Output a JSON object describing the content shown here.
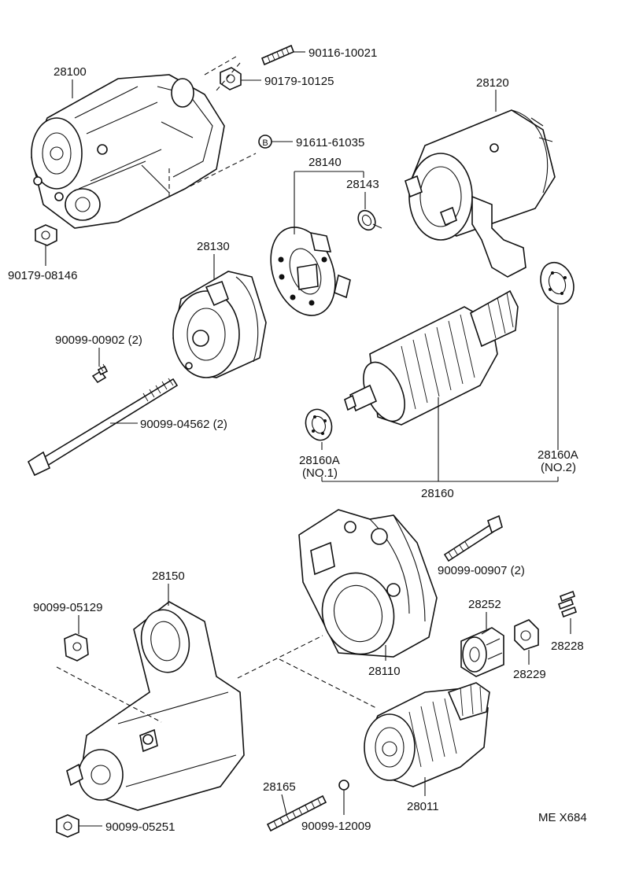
{
  "labels": {
    "p28100": "28100",
    "p90116": "90116-10021",
    "p90179a": "90179-10125",
    "p28120": "28120",
    "p91611": "91611-61035",
    "p91611_marker": "B",
    "p28140": "28140",
    "p28143": "28143",
    "p90179b": "90179-08146",
    "p28130": "28130",
    "p90099_00902": "90099-00902 (2)",
    "p90099_04562": "90099-04562 (2)",
    "p28160a_1": "28160A",
    "p28160a_1_sub": "(NO.1)",
    "p28160a_2": "28160A",
    "p28160a_2_sub": "(NO.2)",
    "p28160": "28160",
    "p28150": "28150",
    "p90099_05129": "90099-05129",
    "p90099_00907": "90099-00907 (2)",
    "p28252": "28252",
    "p28228": "28228",
    "p28229": "28229",
    "p28110": "28110",
    "p28165": "28165",
    "p90099_12009": "90099-12009",
    "p28011": "28011",
    "p90099_05251": "90099-05251",
    "code": "ME X684"
  }
}
